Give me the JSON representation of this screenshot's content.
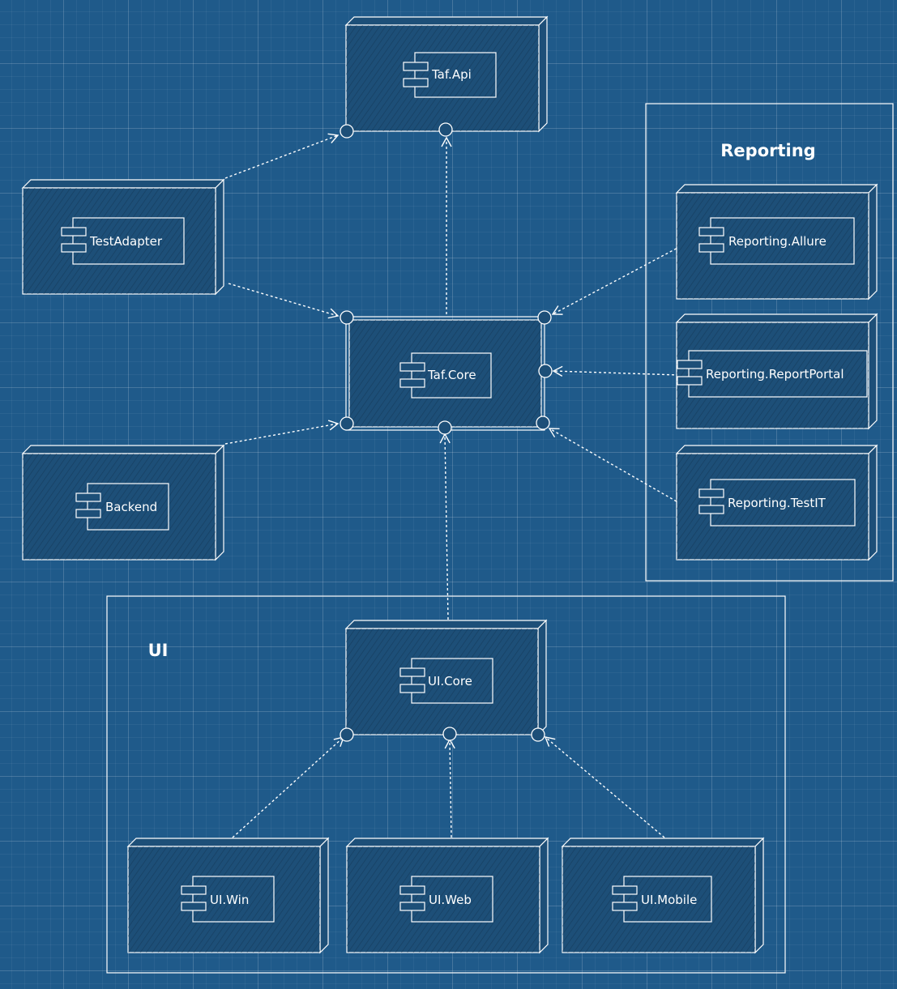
{
  "colors": {
    "background": "#1f5a8a",
    "grid": "#4f7ea6",
    "stroke": "#ffffff",
    "node_fill": "#1d4f78"
  },
  "groups": {
    "reporting": "Reporting",
    "ui": "UI"
  },
  "components": {
    "taf_api": "Taf.Api",
    "taf_core": "Taf.Core",
    "test_adapter": "TestAdapter",
    "backend": "Backend",
    "reporting_allure": "Reporting.Allure",
    "reporting_report_portal": "Reporting.ReportPortal",
    "reporting_testit": "Reporting.TestIT",
    "ui_core": "UI.Core",
    "ui_win": "UI.Win",
    "ui_web": "UI.Web",
    "ui_mobile": "UI.Mobile"
  },
  "dependencies": [
    {
      "from": "TestAdapter",
      "to": "Taf.Api"
    },
    {
      "from": "TestAdapter",
      "to": "Taf.Core"
    },
    {
      "from": "Taf.Core",
      "to": "Taf.Api"
    },
    {
      "from": "Backend",
      "to": "Taf.Core"
    },
    {
      "from": "Reporting.Allure",
      "to": "Taf.Core"
    },
    {
      "from": "Reporting.ReportPortal",
      "to": "Taf.Core"
    },
    {
      "from": "Reporting.TestIT",
      "to": "Taf.Core"
    },
    {
      "from": "UI.Core",
      "to": "Taf.Core"
    },
    {
      "from": "UI.Win",
      "to": "UI.Core"
    },
    {
      "from": "UI.Web",
      "to": "UI.Core"
    },
    {
      "from": "UI.Mobile",
      "to": "UI.Core"
    }
  ]
}
